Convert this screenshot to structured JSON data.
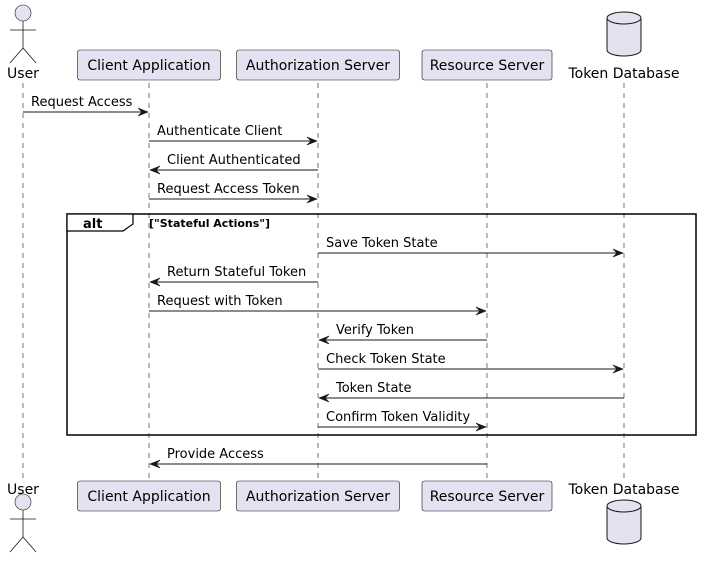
{
  "participants": [
    {
      "id": "user",
      "label": "User",
      "kind": "actor"
    },
    {
      "id": "client",
      "label": "Client Application",
      "kind": "participant"
    },
    {
      "id": "auth",
      "label": "Authorization Server",
      "kind": "participant"
    },
    {
      "id": "resource",
      "label": "Resource Server",
      "kind": "participant"
    },
    {
      "id": "tokendb",
      "label": "Token Database",
      "kind": "database"
    }
  ],
  "messages": [
    {
      "from": "user",
      "to": "client",
      "label": "Request Access"
    },
    {
      "from": "client",
      "to": "auth",
      "label": "Authenticate Client"
    },
    {
      "from": "auth",
      "to": "client",
      "label": "Client Authenticated"
    },
    {
      "from": "client",
      "to": "auth",
      "label": "Request Access Token"
    },
    {
      "from": "auth",
      "to": "tokendb",
      "label": "Save Token State"
    },
    {
      "from": "auth",
      "to": "client",
      "label": "Return Stateful Token"
    },
    {
      "from": "client",
      "to": "resource",
      "label": "Request with Token"
    },
    {
      "from": "resource",
      "to": "auth",
      "label": "Verify Token"
    },
    {
      "from": "auth",
      "to": "tokendb",
      "label": "Check Token State"
    },
    {
      "from": "tokendb",
      "to": "auth",
      "label": "Token State"
    },
    {
      "from": "auth",
      "to": "resource",
      "label": "Confirm Token Validity"
    },
    {
      "from": "resource",
      "to": "client",
      "label": "Provide Access"
    }
  ],
  "fragment": {
    "operator": "alt",
    "guard": "[\"Stateful Actions\"]",
    "first_message": 4,
    "last_message": 10
  }
}
